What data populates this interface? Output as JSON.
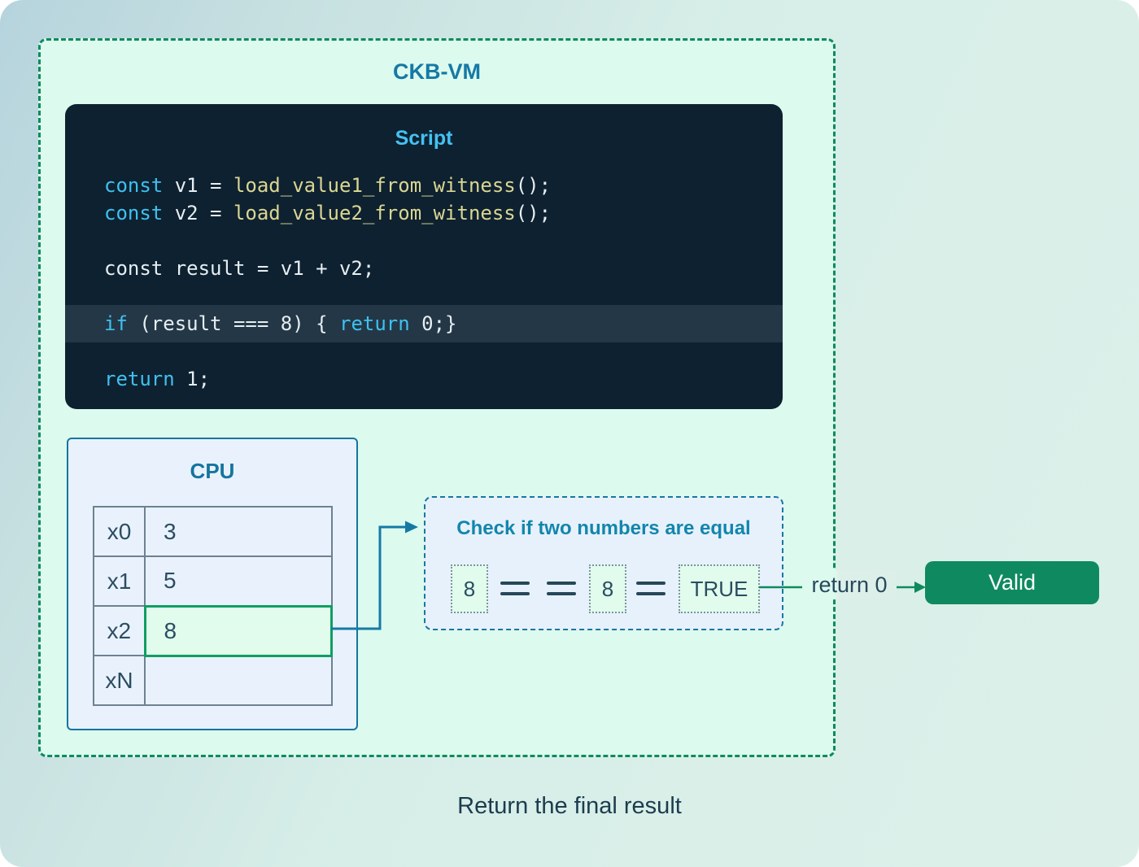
{
  "vm": {
    "title": "CKB-VM"
  },
  "script": {
    "title": "Script",
    "lines": [
      {
        "tokens": [
          {
            "type": "kw",
            "text": "const"
          },
          {
            "type": "plain",
            "text": " v1 = "
          },
          {
            "type": "fn",
            "text": "load_value1_from_witness"
          },
          {
            "type": "plain",
            "text": "();"
          }
        ]
      },
      {
        "tokens": [
          {
            "type": "kw",
            "text": "const"
          },
          {
            "type": "plain",
            "text": " v2 = "
          },
          {
            "type": "fn",
            "text": "load_value2_from_witness"
          },
          {
            "type": "plain",
            "text": "();"
          }
        ]
      },
      {
        "tokens": [
          {
            "type": "plain",
            "text": "const result = v1 + v2;"
          }
        ]
      },
      {
        "highlighted": true,
        "tokens": [
          {
            "type": "kw",
            "text": "if"
          },
          {
            "type": "plain",
            "text": " (result === 8) { "
          },
          {
            "type": "kw",
            "text": "return"
          },
          {
            "type": "plain",
            "text": " 0;}"
          }
        ]
      },
      {
        "tokens": [
          {
            "type": "kw",
            "text": "return"
          },
          {
            "type": "plain",
            "text": " 1;"
          }
        ]
      }
    ]
  },
  "cpu": {
    "title": "CPU",
    "registers": [
      {
        "name": "x0",
        "value": "3"
      },
      {
        "name": "x1",
        "value": "5"
      },
      {
        "name": "x2",
        "value": "8",
        "highlighted": true
      },
      {
        "name": "xN",
        "value": ""
      }
    ]
  },
  "check": {
    "title": "Check if two numbers are equal",
    "operand1": "8",
    "operand2": "8",
    "result": "TRUE"
  },
  "flow": {
    "return_label": "return 0",
    "valid_label": "Valid"
  },
  "caption": "Return the final result",
  "colors": {
    "vm_border_green": "#0f8a5f",
    "vm_bg": "#dcfaee",
    "title_teal": "#1579a6",
    "code_bg": "#0e2130",
    "code_highlight_row": "#243746",
    "code_keyword": "#3ec1f0",
    "code_function": "#d9d693",
    "code_plain": "#e6eef2",
    "cpu_border": "#15759e",
    "cpu_bg": "#e9f2fc",
    "register_highlight_bg": "#e1fbec",
    "register_highlight_border": "#0f9e63",
    "check_border": "#1778a2",
    "connector_teal": "#147aa5",
    "connector_green": "#0e8a5c",
    "valid_bg": "#0f8a60",
    "caption_color": "#1c3c4e"
  }
}
